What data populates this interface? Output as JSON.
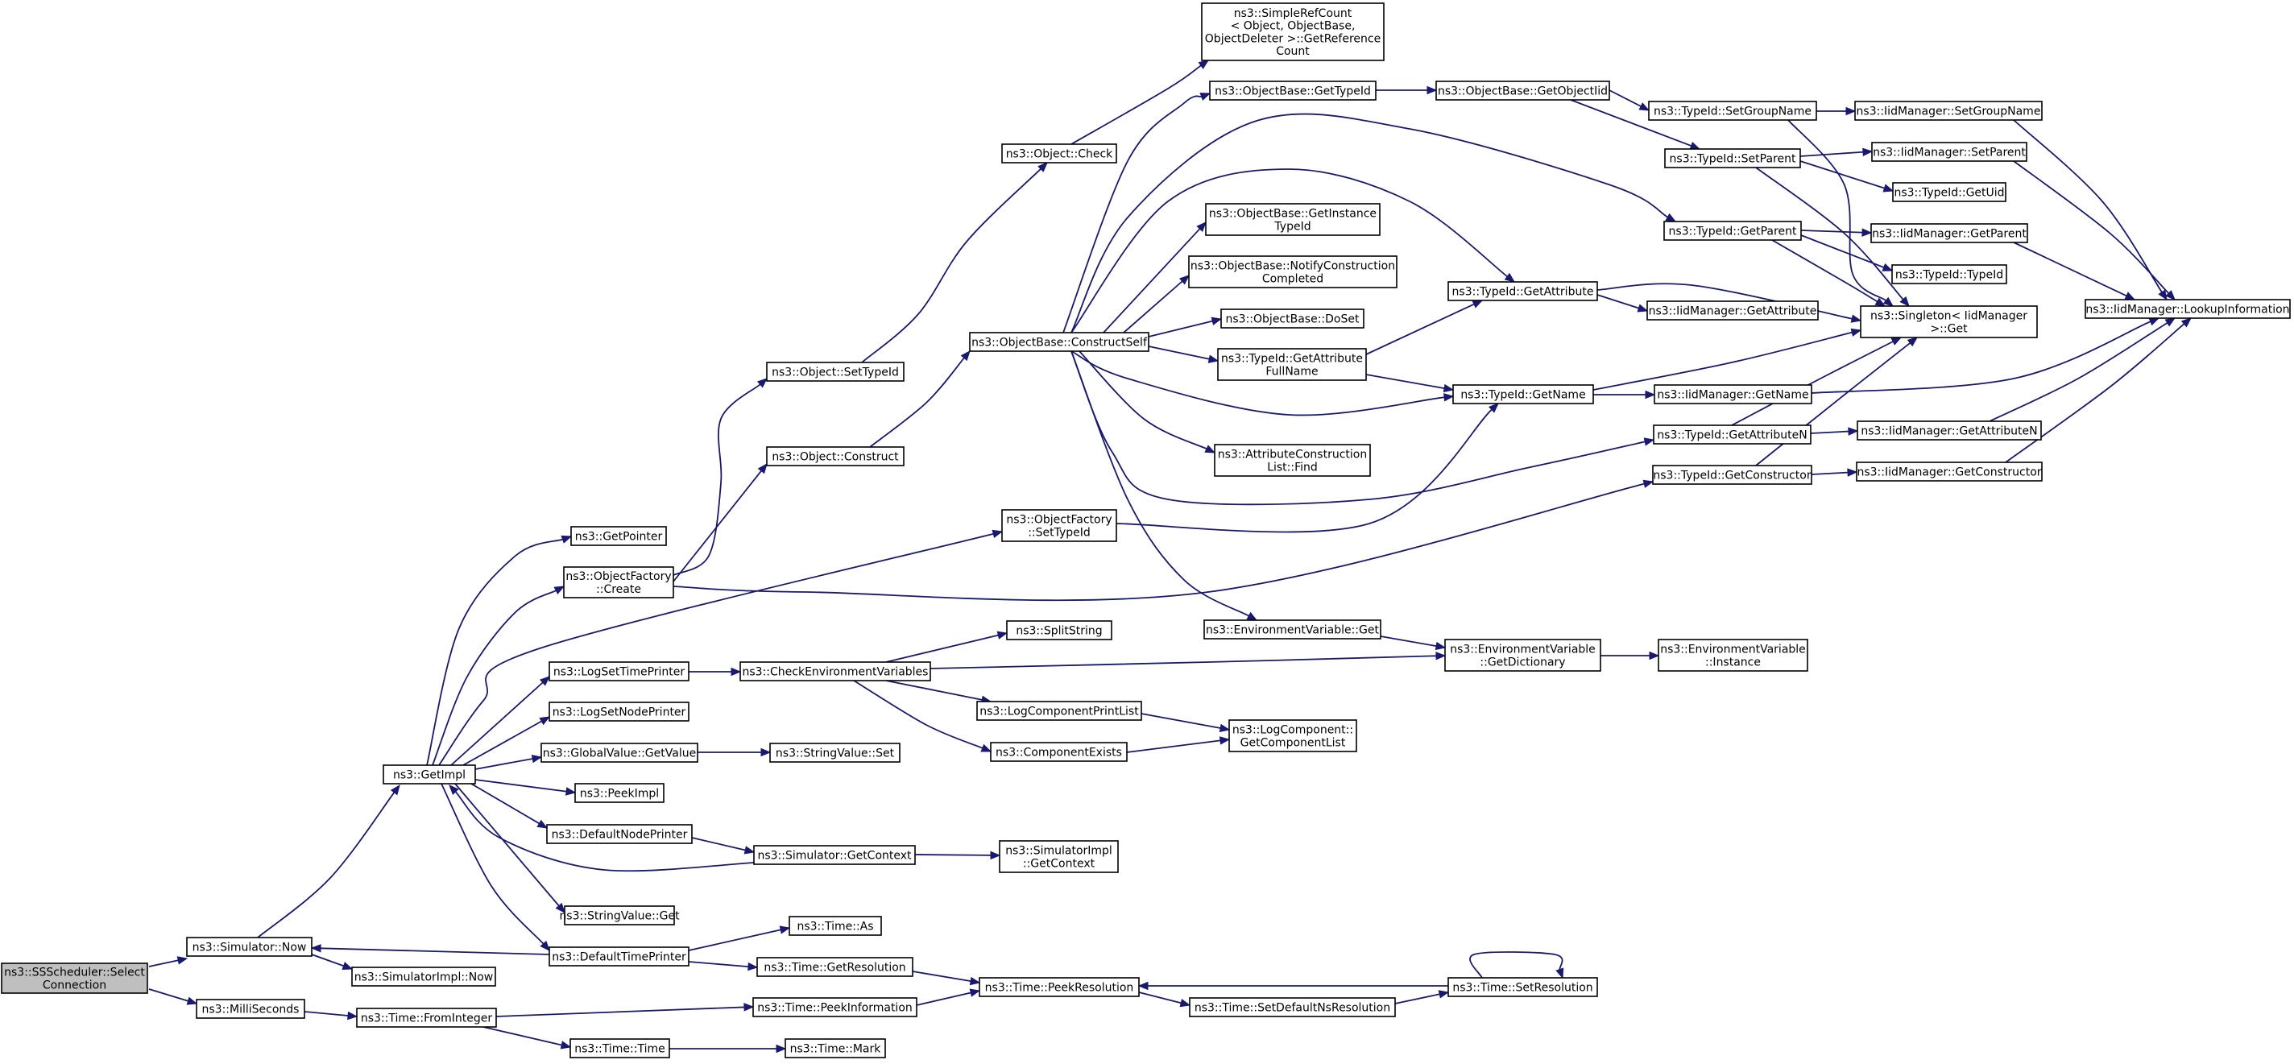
{
  "graph": {
    "edge_color": "#191970",
    "root_fill": "#bfbfbf",
    "node_fill": "#ffffff",
    "nodes": [
      {
        "id": "root",
        "lines": [
          "ns3::SSScheduler::Select",
          "Connection"
        ],
        "root": true
      },
      {
        "id": "simnow",
        "lines": [
          "ns3::Simulator::Now"
        ]
      },
      {
        "id": "milli",
        "lines": [
          "ns3::MilliSeconds"
        ]
      },
      {
        "id": "getimpl",
        "lines": [
          "ns3::GetImpl"
        ]
      },
      {
        "id": "simimplnow",
        "lines": [
          "ns3::SimulatorImpl::Now"
        ]
      },
      {
        "id": "fromint",
        "lines": [
          "ns3::Time::FromInteger"
        ]
      },
      {
        "id": "getpointer",
        "lines": [
          "ns3::GetPointer"
        ]
      },
      {
        "id": "ofcreate",
        "lines": [
          "ns3::ObjectFactory",
          "::Create"
        ]
      },
      {
        "id": "logsettime",
        "lines": [
          "ns3::LogSetTimePrinter"
        ]
      },
      {
        "id": "logsetnode",
        "lines": [
          "ns3::LogSetNodePrinter"
        ]
      },
      {
        "id": "gvgetvalue",
        "lines": [
          "ns3::GlobalValue::GetValue"
        ]
      },
      {
        "id": "peekimpl",
        "lines": [
          "ns3::PeekImpl"
        ]
      },
      {
        "id": "defnodeprinter",
        "lines": [
          "ns3::DefaultNodePrinter"
        ]
      },
      {
        "id": "strvalget",
        "lines": [
          "ns3::StringValue::Get"
        ]
      },
      {
        "id": "deftimeprinter",
        "lines": [
          "ns3::DefaultTimePrinter"
        ]
      },
      {
        "id": "settypeid",
        "lines": [
          "ns3::Object::SetTypeId"
        ]
      },
      {
        "id": "objconstruct",
        "lines": [
          "ns3::Object::Construct"
        ]
      },
      {
        "id": "checkenv",
        "lines": [
          "ns3::CheckEnvironmentVariables"
        ]
      },
      {
        "id": "strvalset",
        "lines": [
          "ns3::StringValue::Set"
        ]
      },
      {
        "id": "simgetctx",
        "lines": [
          "ns3::Simulator::GetContext"
        ]
      },
      {
        "id": "timeas",
        "lines": [
          "ns3::Time::As"
        ]
      },
      {
        "id": "timegetres",
        "lines": [
          "ns3::Time::GetResolution"
        ]
      },
      {
        "id": "timepeekinfo",
        "lines": [
          "ns3::Time::PeekInformation"
        ]
      },
      {
        "id": "timetime",
        "lines": [
          "ns3::Time::Time"
        ]
      },
      {
        "id": "objcheck",
        "lines": [
          "ns3::Object::Check"
        ]
      },
      {
        "id": "obconstructself",
        "lines": [
          "ns3::ObjectBase::ConstructSelf"
        ]
      },
      {
        "id": "ofsettypeid",
        "lines": [
          "ns3::ObjectFactory",
          "::SetTypeId"
        ]
      },
      {
        "id": "splitstring",
        "lines": [
          "ns3::SplitString"
        ]
      },
      {
        "id": "logcompprint",
        "lines": [
          "ns3::LogComponentPrintList"
        ]
      },
      {
        "id": "compexists",
        "lines": [
          "ns3::ComponentExists"
        ]
      },
      {
        "id": "simimplgetctx",
        "lines": [
          "ns3::SimulatorImpl",
          "::GetContext"
        ]
      },
      {
        "id": "timepeekres",
        "lines": [
          "ns3::Time::PeekResolution"
        ]
      },
      {
        "id": "timemark",
        "lines": [
          "ns3::Time::Mark"
        ]
      },
      {
        "id": "simplerefcount",
        "lines": [
          "ns3::SimpleRefCount",
          "< Object, ObjectBase,",
          "ObjectDeleter >::GetReference",
          "Count"
        ]
      },
      {
        "id": "obgettypeid",
        "lines": [
          "ns3::ObjectBase::GetTypeId"
        ]
      },
      {
        "id": "obgetinstance",
        "lines": [
          "ns3::ObjectBase::GetInstance",
          "TypeId"
        ]
      },
      {
        "id": "obnotify",
        "lines": [
          "ns3::ObjectBase::NotifyConstruction",
          "Completed"
        ]
      },
      {
        "id": "obdoset",
        "lines": [
          "ns3::ObjectBase::DoSet"
        ]
      },
      {
        "id": "tidgetattrfull",
        "lines": [
          "ns3::TypeId::GetAttribute",
          "FullName"
        ]
      },
      {
        "id": "acfind",
        "lines": [
          "ns3::AttributeConstruction",
          "List::Find"
        ]
      },
      {
        "id": "envget",
        "lines": [
          "ns3::EnvironmentVariable::Get"
        ]
      },
      {
        "id": "lcgetlist",
        "lines": [
          "ns3::LogComponent::",
          "GetComponentList"
        ]
      },
      {
        "id": "setdefaultns",
        "lines": [
          "ns3::Time::SetDefaultNsResolution"
        ]
      },
      {
        "id": "obgetobjtid",
        "lines": [
          "ns3::ObjectBase::GetObjectIid"
        ]
      },
      {
        "id": "tidgetattr",
        "lines": [
          "ns3::TypeId::GetAttribute"
        ]
      },
      {
        "id": "tidgetname",
        "lines": [
          "ns3::TypeId::GetName"
        ]
      },
      {
        "id": "envgetdict",
        "lines": [
          "ns3::EnvironmentVariable",
          "::GetDictionary"
        ]
      },
      {
        "id": "timesetres",
        "lines": [
          "ns3::Time::SetResolution"
        ]
      },
      {
        "id": "tidsetgroup",
        "lines": [
          "ns3::TypeId::SetGroupName"
        ]
      },
      {
        "id": "tidsetparent",
        "lines": [
          "ns3::TypeId::SetParent"
        ]
      },
      {
        "id": "tidgetparent",
        "lines": [
          "ns3::TypeId::GetParent"
        ]
      },
      {
        "id": "iidgetattr",
        "lines": [
          "ns3::IidManager::GetAttribute"
        ]
      },
      {
        "id": "iidgetname",
        "lines": [
          "ns3::IidManager::GetName"
        ]
      },
      {
        "id": "tidgetattrn",
        "lines": [
          "ns3::TypeId::GetAttributeN"
        ]
      },
      {
        "id": "tidgetctor",
        "lines": [
          "ns3::TypeId::GetConstructor"
        ]
      },
      {
        "id": "envinstance",
        "lines": [
          "ns3::EnvironmentVariable",
          "::Instance"
        ]
      },
      {
        "id": "iidsetgroup",
        "lines": [
          "ns3::IidManager::SetGroupName"
        ]
      },
      {
        "id": "iidsetparent",
        "lines": [
          "ns3::IidManager::SetParent"
        ]
      },
      {
        "id": "tidgetuid",
        "lines": [
          "ns3::TypeId::GetUid"
        ]
      },
      {
        "id": "iidgetparent",
        "lines": [
          "ns3::IidManager::GetParent"
        ]
      },
      {
        "id": "tidtypeid",
        "lines": [
          "ns3::TypeId::TypeId"
        ]
      },
      {
        "id": "singletonget",
        "lines": [
          "ns3::Singleton< IidManager",
          ">::Get"
        ]
      },
      {
        "id": "iidgetattrn",
        "lines": [
          "ns3::IidManager::GetAttributeN"
        ]
      },
      {
        "id": "iidgetctor",
        "lines": [
          "ns3::IidManager::GetConstructor"
        ]
      },
      {
        "id": "iidlookup",
        "lines": [
          "ns3::IidManager::LookupInformation"
        ]
      }
    ]
  }
}
